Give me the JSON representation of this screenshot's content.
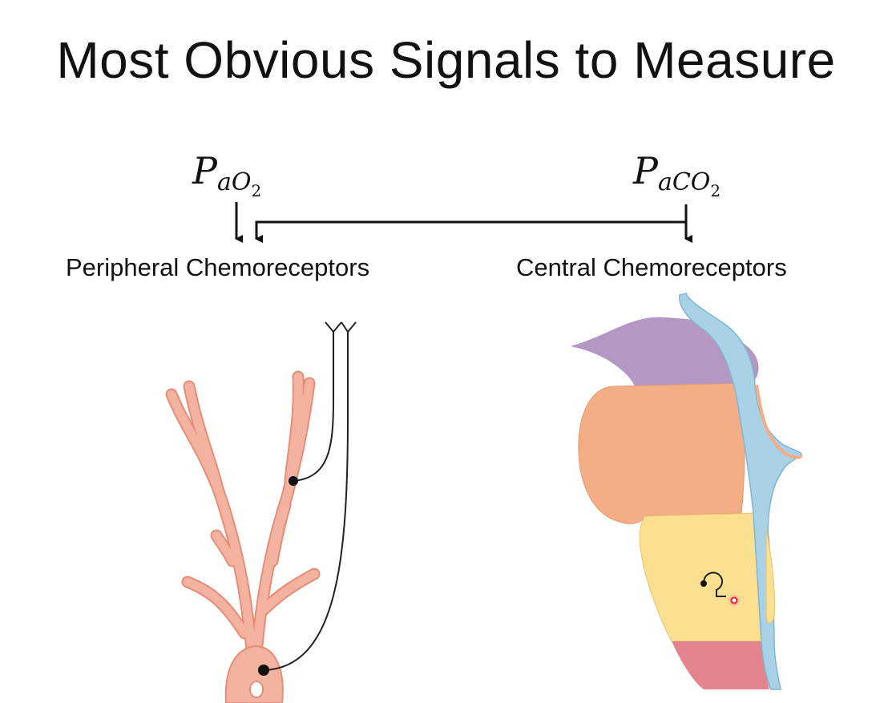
{
  "title": "Most Obvious Signals to Measure",
  "signals": {
    "left": {
      "main": "P",
      "sub": "aO",
      "sub2": "2"
    },
    "right": {
      "main": "P",
      "sub": "aCO",
      "sub2": "2"
    }
  },
  "receptors": {
    "peripheral": "Peripheral Chemoreceptors",
    "central": "Central Chemoreceptors"
  },
  "colors": {
    "vessel": "#f4b3a0",
    "vessel_edge": "#e58d78",
    "brain_purple": "#b597c4",
    "brain_orange": "#f4ad86",
    "brain_yellow": "#fbe092",
    "brain_red": "#e3848f",
    "csf_blue": "#a9d2e6"
  }
}
